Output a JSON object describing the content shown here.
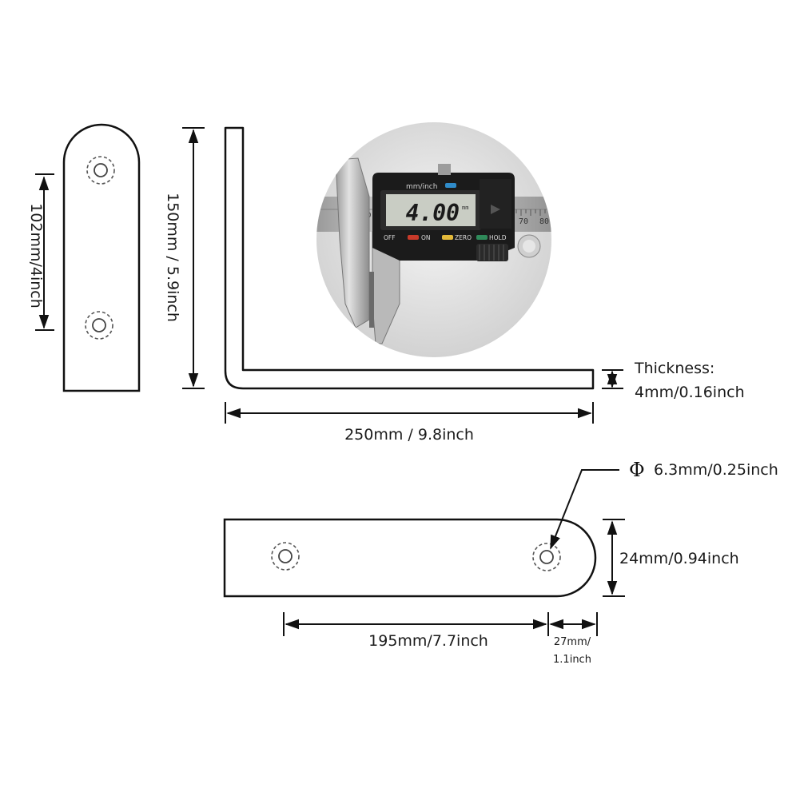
{
  "dimensions": {
    "side_hole_spacing": "102mm/4inch",
    "vertical_length": "150mm / 5.9inch",
    "thickness_label": "Thickness:",
    "thickness_value": "4mm/0.16inch",
    "horizontal_length": "250mm / 9.8inch",
    "hole_diameter_symbol": "Φ",
    "hole_diameter": "6.3mm/0.25inch",
    "width": "24mm/0.94inch",
    "hole_spacing": "195mm/7.7inch",
    "end_offset_line1": "27mm/",
    "end_offset_line2": "1.1inch"
  },
  "caliper": {
    "unit_label": "mm/inch",
    "reading": "4.00",
    "reading_unit": "mm",
    "buttons": [
      "OFF",
      "ON",
      "ZERO",
      "HOLD"
    ],
    "button_colors": [
      "#c83a2a",
      "#e3b93a",
      "#2f8a5a"
    ],
    "scale_numbers": [
      "0",
      "70",
      "80"
    ]
  },
  "colors": {
    "outline": "#111111",
    "background": "#ffffff"
  }
}
